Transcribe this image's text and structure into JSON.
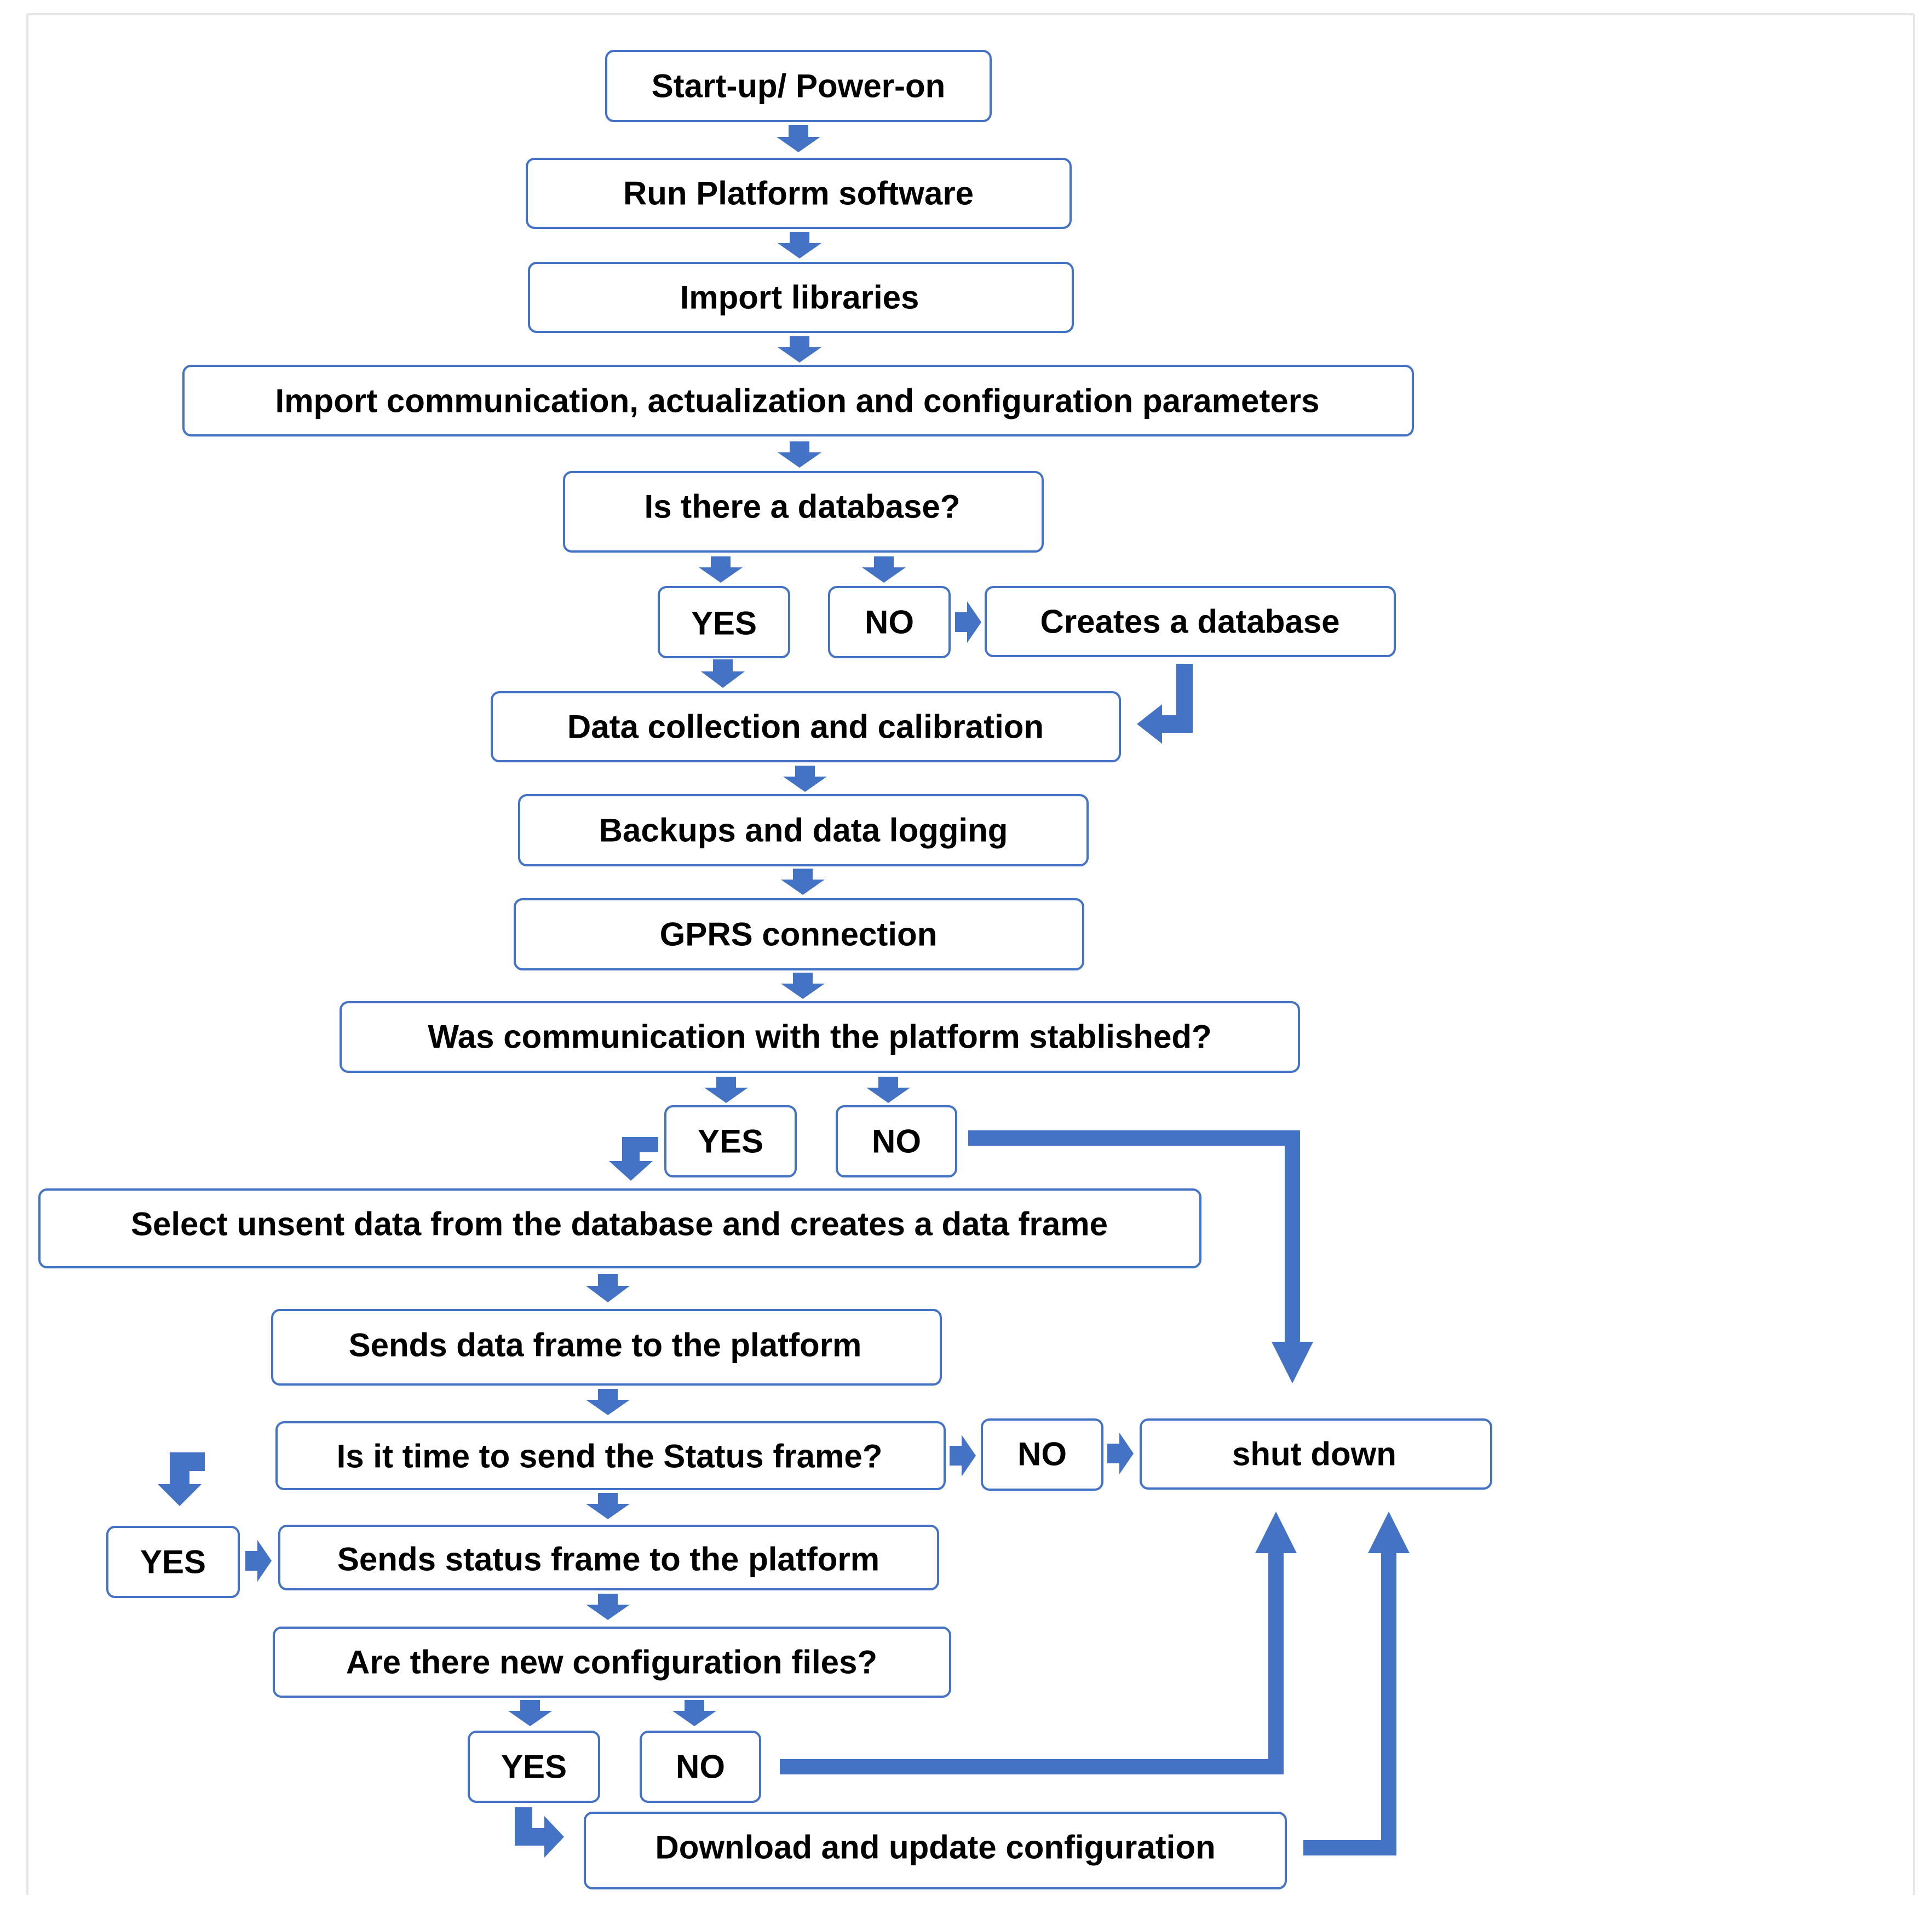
{
  "diagram": {
    "nodes": {
      "start": "Start-up/ Power-on",
      "run_software": "Run Platform software",
      "import_libraries": "Import libraries",
      "import_params": "Import communication, actualization and configuration parameters",
      "q_database": "Is there a database?",
      "q_database_yes": "YES",
      "q_database_no": "NO",
      "create_database": "Creates a database",
      "data_collection": "Data collection and calibration",
      "backups": "Backups and data logging",
      "gprs": "GPRS connection",
      "q_communication": "Was communication with the platform stablished?",
      "q_communication_yes": "YES",
      "q_communication_no": "NO",
      "select_unsent": "Select unsent data from the database and creates a data frame",
      "send_data_frame": "Sends data frame to the platform",
      "q_status_time": "Is it time to send the Status frame?",
      "q_status_no": "NO",
      "shut_down": "shut down",
      "q_status_yes": "YES",
      "send_status_frame": "Sends status frame to the platform",
      "q_config_files": "Are there new configuration files?",
      "q_config_yes": "YES",
      "q_config_no": "NO",
      "download_update": "Download and update configuration"
    }
  }
}
